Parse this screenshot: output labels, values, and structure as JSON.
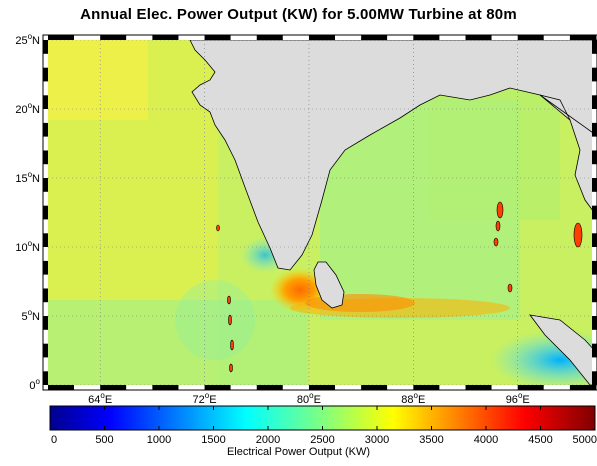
{
  "title": "Annual Elec. Power Output (KW) for 5.00MW Turbine at 80m",
  "map": {
    "lat_labels": [
      {
        "deg": "25",
        "hemi": "N",
        "lat": 25
      },
      {
        "deg": "20",
        "hemi": "N",
        "lat": 20
      },
      {
        "deg": "15",
        "hemi": "N",
        "lat": 15
      },
      {
        "deg": "10",
        "hemi": "N",
        "lat": 10
      },
      {
        "deg": "5",
        "hemi": "N",
        "lat": 5
      },
      {
        "deg": "0",
        "hemi": "",
        "lat": 0
      }
    ],
    "lon_labels": [
      {
        "deg": "64",
        "hemi": "E",
        "lon": 64
      },
      {
        "deg": "72",
        "hemi": "E",
        "lon": 72
      },
      {
        "deg": "80",
        "hemi": "E",
        "lon": 80
      },
      {
        "deg": "88",
        "hemi": "E",
        "lon": 88
      },
      {
        "deg": "96",
        "hemi": "E",
        "lon": 96
      }
    ],
    "lon_range": [
      60,
      102
    ],
    "lat_range": [
      0,
      25
    ],
    "land_color": "#dcdcdc",
    "coast_color": "#000000"
  },
  "colorbar": {
    "ticks": [
      "0",
      "500",
      "1000",
      "1500",
      "2000",
      "2500",
      "3000",
      "3500",
      "4000",
      "4500",
      "5000"
    ],
    "range": [
      0,
      5000
    ],
    "label": "Electrical Power Output (KW)",
    "colormap": "jet"
  }
}
